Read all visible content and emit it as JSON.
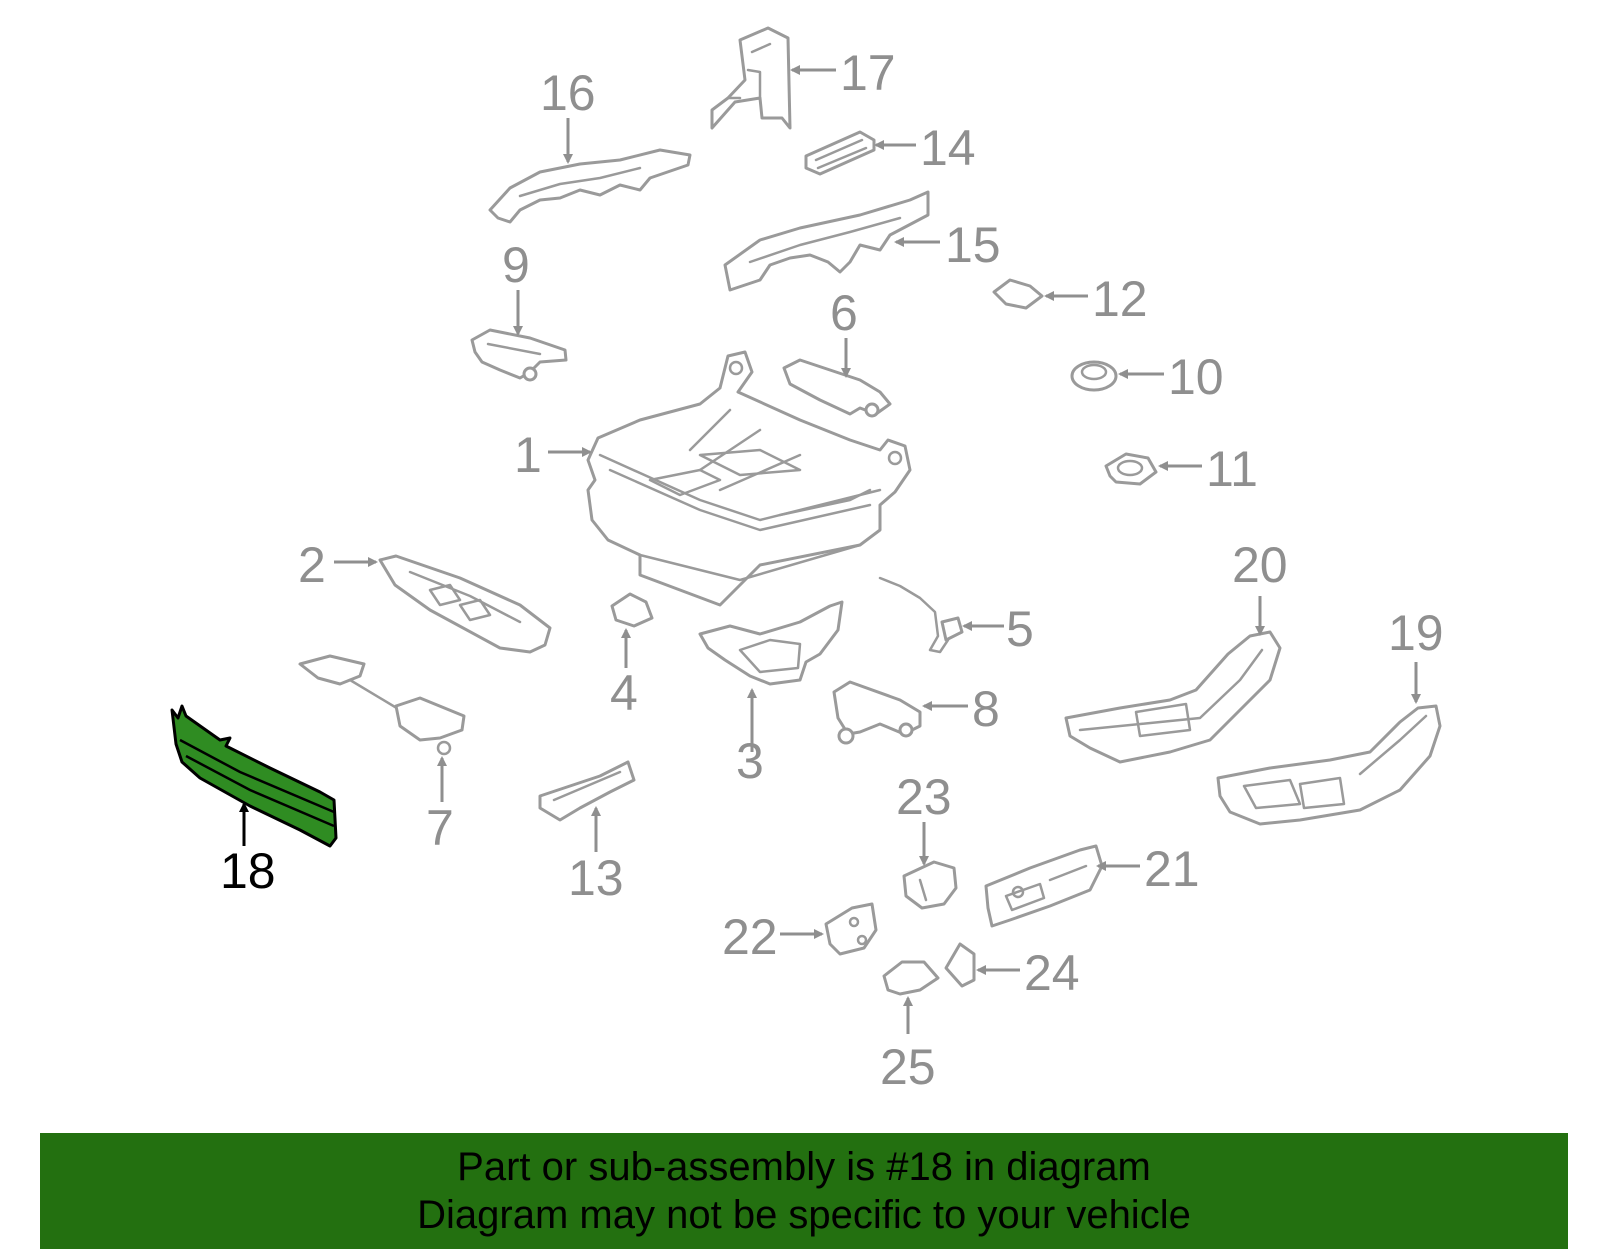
{
  "callouts": {
    "c1": "1",
    "c2": "2",
    "c3": "3",
    "c4": "4",
    "c5": "5",
    "c6": "6",
    "c7": "7",
    "c8": "8",
    "c9": "9",
    "c10": "10",
    "c11": "11",
    "c12": "12",
    "c13": "13",
    "c14": "14",
    "c15": "15",
    "c16": "16",
    "c17": "17",
    "c18": "18",
    "c19": "19",
    "c20": "20",
    "c21": "21",
    "c22": "22",
    "c23": "23",
    "c24": "24",
    "c25": "25"
  },
  "highlighted_part": "18",
  "colors": {
    "highlight_fill": "#2f8c22",
    "banner_background": "#237010",
    "callout_gray": "#8f8f8f"
  },
  "banner": {
    "line1": "Part or sub-assembly is #18 in diagram",
    "line2": "Diagram may not be specific to your vehicle"
  }
}
